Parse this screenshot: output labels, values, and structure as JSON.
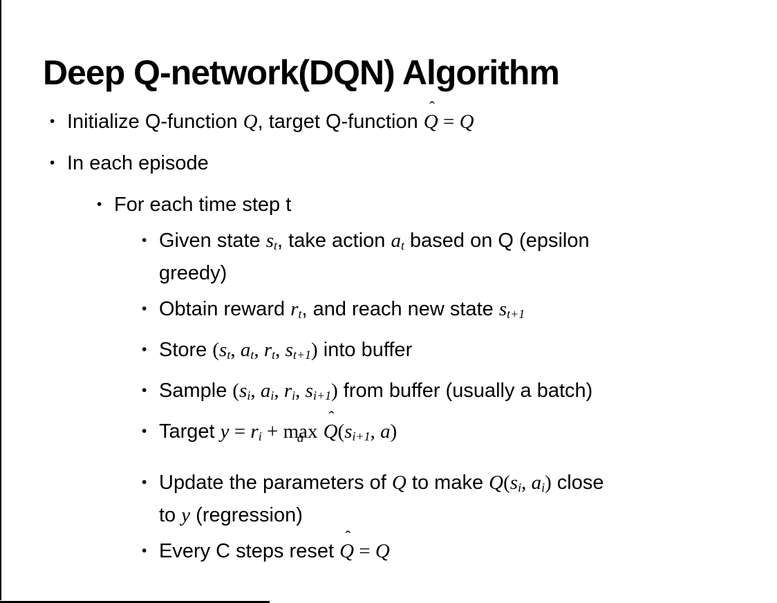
{
  "slide": {
    "title": "Deep Q-network(DQN) Algorithm",
    "bullet_glyph": "•",
    "text_color": "#000000",
    "background_color": "#ffffff",
    "border_color": "#000000",
    "bullets": [
      {
        "level": 1,
        "lines": [
          [
            {
              "t": "t",
              "v": "Initialize Q-function "
            },
            {
              "t": "i",
              "v": "Q"
            },
            {
              "t": "t",
              "v": ", target Q-function "
            },
            {
              "t": "hat",
              "v": "Q"
            },
            {
              "t": "m",
              "v": " = "
            },
            {
              "t": "i",
              "v": "Q"
            }
          ]
        ]
      },
      {
        "level": 1,
        "lines": [
          [
            {
              "t": "t",
              "v": "In each episode"
            }
          ]
        ]
      },
      {
        "level": 2,
        "lines": [
          [
            {
              "t": "t",
              "v": "For each time step t"
            }
          ]
        ]
      },
      {
        "level": 3,
        "lines": [
          [
            {
              "t": "t",
              "v": "Given state "
            },
            {
              "t": "i",
              "v": "s"
            },
            {
              "t": "sub",
              "v": "t"
            },
            {
              "t": "t",
              "v": ", take action "
            },
            {
              "t": "i",
              "v": "a"
            },
            {
              "t": "sub",
              "v": "t"
            },
            {
              "t": "t",
              "v": " based on Q (epsilon"
            }
          ],
          [
            {
              "t": "t",
              "v": "greedy)"
            }
          ]
        ]
      },
      {
        "level": 3,
        "lines": [
          [
            {
              "t": "t",
              "v": "Obtain reward "
            },
            {
              "t": "i",
              "v": "r"
            },
            {
              "t": "sub",
              "v": "t"
            },
            {
              "t": "t",
              "v": ", and reach new state "
            },
            {
              "t": "i",
              "v": "s"
            },
            {
              "t": "sub",
              "v": "t+1"
            }
          ]
        ]
      },
      {
        "level": 3,
        "lines": [
          [
            {
              "t": "t",
              "v": "Store "
            },
            {
              "t": "m",
              "v": "("
            },
            {
              "t": "i",
              "v": "s"
            },
            {
              "t": "sub",
              "v": "t"
            },
            {
              "t": "m",
              "v": ", "
            },
            {
              "t": "i",
              "v": "a"
            },
            {
              "t": "sub",
              "v": "t"
            },
            {
              "t": "m",
              "v": ", "
            },
            {
              "t": "i",
              "v": "r"
            },
            {
              "t": "sub",
              "v": "t"
            },
            {
              "t": "m",
              "v": ", "
            },
            {
              "t": "i",
              "v": "s"
            },
            {
              "t": "sub",
              "v": "t+1"
            },
            {
              "t": "m",
              "v": ")"
            },
            {
              "t": "t",
              "v": " into buffer"
            }
          ]
        ]
      },
      {
        "level": 3,
        "lines": [
          [
            {
              "t": "t",
              "v": "Sample "
            },
            {
              "t": "m",
              "v": "("
            },
            {
              "t": "i",
              "v": "s"
            },
            {
              "t": "sub",
              "v": "i"
            },
            {
              "t": "m",
              "v": ", "
            },
            {
              "t": "i",
              "v": "a"
            },
            {
              "t": "sub",
              "v": "i"
            },
            {
              "t": "m",
              "v": ", "
            },
            {
              "t": "i",
              "v": "r"
            },
            {
              "t": "sub",
              "v": "i"
            },
            {
              "t": "m",
              "v": ", "
            },
            {
              "t": "i",
              "v": "s"
            },
            {
              "t": "sub",
              "v": "i+1"
            },
            {
              "t": "m",
              "v": ")"
            },
            {
              "t": "t",
              "v": " from buffer (usually a batch)"
            }
          ]
        ]
      },
      {
        "level": 3,
        "extra": "has-under",
        "lines": [
          [
            {
              "t": "t",
              "v": "Target "
            },
            {
              "t": "i",
              "v": "y"
            },
            {
              "t": "m",
              "v": " = "
            },
            {
              "t": "i",
              "v": "r"
            },
            {
              "t": "sub",
              "v": "i"
            },
            {
              "t": "m",
              "v": " + "
            },
            {
              "t": "under",
              "base": "max",
              "under": "a"
            },
            {
              "t": "t",
              "v": " "
            },
            {
              "t": "hat",
              "v": "Q"
            },
            {
              "t": "m",
              "v": "("
            },
            {
              "t": "i",
              "v": "s"
            },
            {
              "t": "sub",
              "v": "i+1"
            },
            {
              "t": "m",
              "v": ", "
            },
            {
              "t": "i",
              "v": "a"
            },
            {
              "t": "m",
              "v": ")"
            }
          ]
        ]
      },
      {
        "level": 3,
        "lines": [
          [
            {
              "t": "t",
              "v": "Update the parameters of "
            },
            {
              "t": "i",
              "v": "Q"
            },
            {
              "t": "t",
              "v": " to make "
            },
            {
              "t": "i",
              "v": "Q"
            },
            {
              "t": "m",
              "v": "("
            },
            {
              "t": "i",
              "v": "s"
            },
            {
              "t": "sub",
              "v": "i"
            },
            {
              "t": "m",
              "v": ", "
            },
            {
              "t": "i",
              "v": "a"
            },
            {
              "t": "sub",
              "v": "i"
            },
            {
              "t": "m",
              "v": ")"
            },
            {
              "t": "t",
              "v": " close"
            }
          ],
          [
            {
              "t": "t",
              "v": "to "
            },
            {
              "t": "i",
              "v": "y"
            },
            {
              "t": "t",
              "v": " (regression)"
            }
          ]
        ]
      },
      {
        "level": 3,
        "lines": [
          [
            {
              "t": "t",
              "v": "Every C steps reset "
            },
            {
              "t": "hat",
              "v": "Q"
            },
            {
              "t": "m",
              "v": " = "
            },
            {
              "t": "i",
              "v": "Q"
            }
          ]
        ]
      }
    ]
  }
}
